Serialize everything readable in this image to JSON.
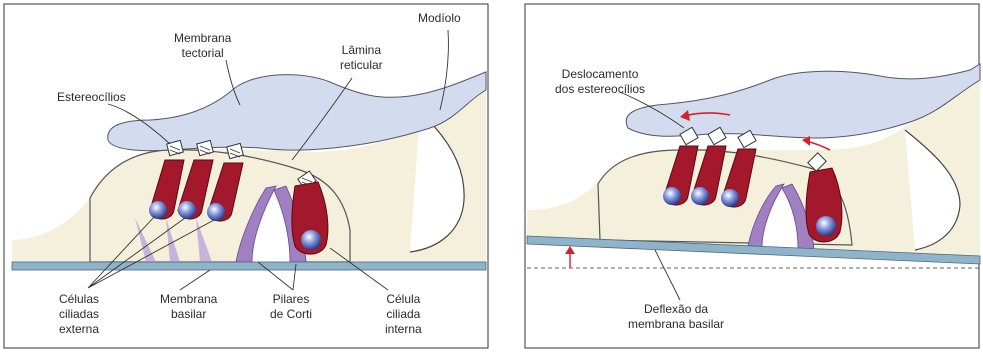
{
  "left_panel": {
    "labels": {
      "modiolo": "Modíolo",
      "membrana_tectorial": "Membrana\ntectorial",
      "lamina_reticular": "Lâmina\nreticular",
      "estereocilios": "Estereocílios",
      "celulas_ciliadas_externa": "Células\nciliadas\nexterna",
      "membrana_basilar": "Membrana\nbasilar",
      "pilares_de_corti": "Pilares\nde Corti",
      "celula_ciliada_interna": "Célula\nciliada\ninterna"
    }
  },
  "right_panel": {
    "labels": {
      "deslocamento": "Deslocamento\ndos estereocílios",
      "deflexao": "Deflexão da\nmembrana basilar"
    }
  },
  "colors": {
    "hair_cell": "#a3182a",
    "pillar": "#a080c0",
    "tectorial": "#d3dcee",
    "tissue": "#f4f0dc",
    "basilar": "#8fb3c9",
    "nucleus": "#6a7fd0",
    "arrow": "#d8202a"
  }
}
